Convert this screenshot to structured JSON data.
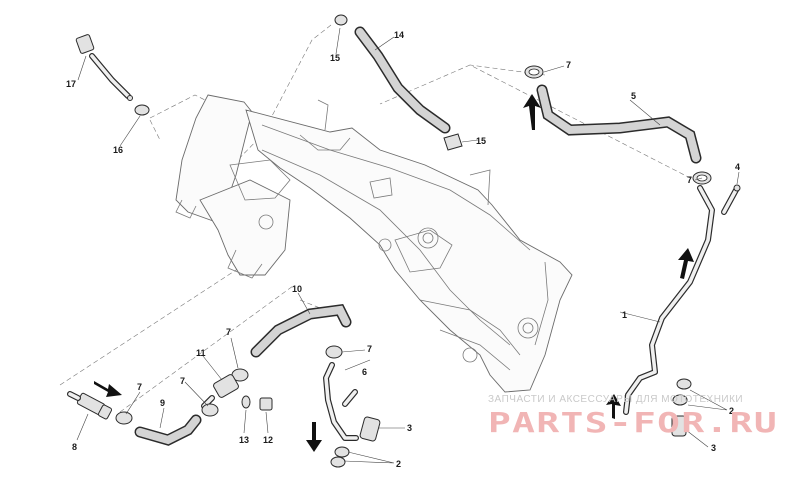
{
  "diagram": {
    "callouts": [
      "1",
      "2",
      "2",
      "3",
      "3",
      "4",
      "5",
      "6",
      "7",
      "7",
      "7",
      "7",
      "7",
      "7",
      "8",
      "9",
      "10",
      "11",
      "12",
      "13",
      "14",
      "15",
      "15",
      "16",
      "17"
    ]
  },
  "watermark": {
    "caption": "ЗАПЧАСТИ И АКСЕССУАРЫ ДЛЯ МОТОТЕХНИКИ",
    "logo": "PARTS-FOR.RU"
  }
}
